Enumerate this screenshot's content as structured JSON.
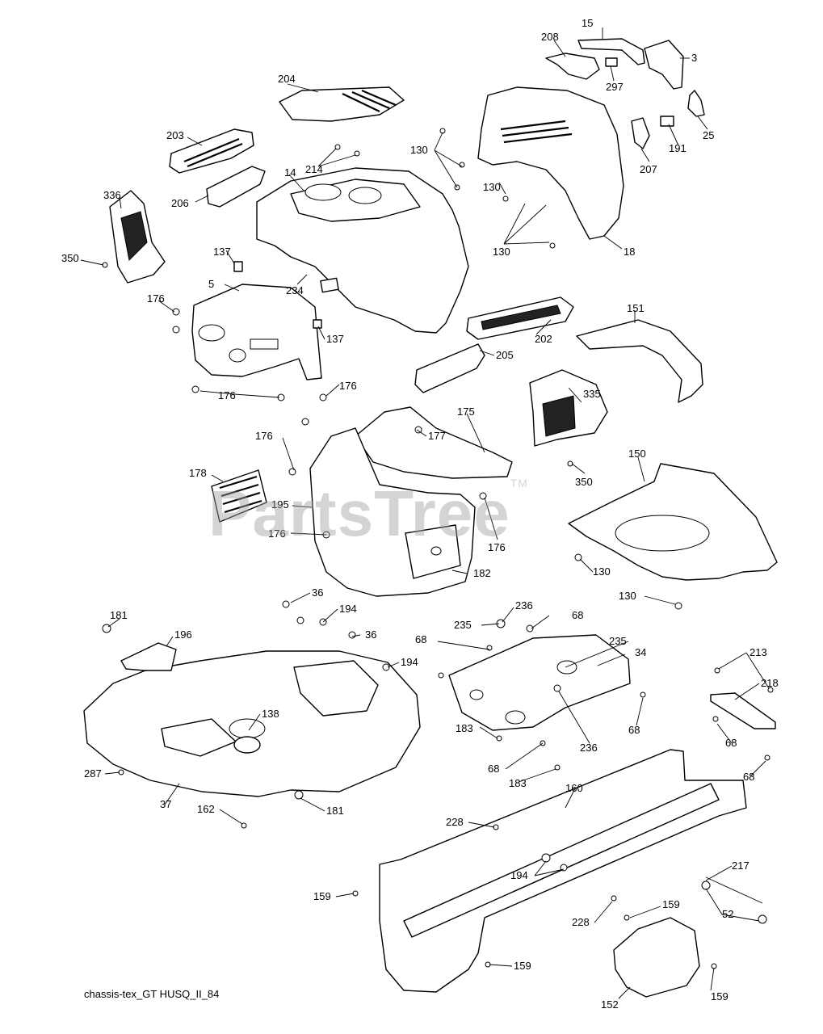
{
  "diagram": {
    "caption": "chassis-tex_GT HUSQ_II_84",
    "watermark": "PartsTree",
    "watermark_mark": "TM",
    "callouts": [
      {
        "id": "c15",
        "text": "15"
      },
      {
        "id": "c208",
        "text": "208"
      },
      {
        "id": "c3",
        "text": "3"
      },
      {
        "id": "c297",
        "text": "297"
      },
      {
        "id": "c204",
        "text": "204"
      },
      {
        "id": "c25",
        "text": "25"
      },
      {
        "id": "c203",
        "text": "203"
      },
      {
        "id": "c130a",
        "text": "130"
      },
      {
        "id": "c191",
        "text": "191"
      },
      {
        "id": "c214",
        "text": "214"
      },
      {
        "id": "c207",
        "text": "207"
      },
      {
        "id": "c14",
        "text": "14"
      },
      {
        "id": "c130b",
        "text": "130"
      },
      {
        "id": "c206",
        "text": "206"
      },
      {
        "id": "c336",
        "text": "336"
      },
      {
        "id": "c130c",
        "text": "130"
      },
      {
        "id": "c18",
        "text": "18"
      },
      {
        "id": "c350a",
        "text": "350"
      },
      {
        "id": "c137a",
        "text": "137"
      },
      {
        "id": "c234",
        "text": "234"
      },
      {
        "id": "c5",
        "text": "5"
      },
      {
        "id": "c176a",
        "text": "176"
      },
      {
        "id": "c151",
        "text": "151"
      },
      {
        "id": "c202",
        "text": "202"
      },
      {
        "id": "c137b",
        "text": "137"
      },
      {
        "id": "c205",
        "text": "205"
      },
      {
        "id": "c176b",
        "text": "176"
      },
      {
        "id": "c176c",
        "text": "176"
      },
      {
        "id": "c335",
        "text": "335"
      },
      {
        "id": "c175",
        "text": "175"
      },
      {
        "id": "c176d",
        "text": "176"
      },
      {
        "id": "c177",
        "text": "177"
      },
      {
        "id": "c150",
        "text": "150"
      },
      {
        "id": "c178",
        "text": "178"
      },
      {
        "id": "c350b",
        "text": "350"
      },
      {
        "id": "c195",
        "text": "195"
      },
      {
        "id": "c176e",
        "text": "176"
      },
      {
        "id": "c176f",
        "text": "176"
      },
      {
        "id": "c130d",
        "text": "130"
      },
      {
        "id": "c182",
        "text": "182"
      },
      {
        "id": "c36a",
        "text": "36"
      },
      {
        "id": "c130e",
        "text": "130"
      },
      {
        "id": "c194a",
        "text": "194"
      },
      {
        "id": "c236a",
        "text": "236"
      },
      {
        "id": "c181a",
        "text": "181"
      },
      {
        "id": "c196",
        "text": "196"
      },
      {
        "id": "c36b",
        "text": "36"
      },
      {
        "id": "c235a",
        "text": "235"
      },
      {
        "id": "c68a",
        "text": "68"
      },
      {
        "id": "c68b",
        "text": "68"
      },
      {
        "id": "c235b",
        "text": "235"
      },
      {
        "id": "c194b",
        "text": "194"
      },
      {
        "id": "c34",
        "text": "34"
      },
      {
        "id": "c213",
        "text": "213"
      },
      {
        "id": "c218",
        "text": "218"
      },
      {
        "id": "c138",
        "text": "138"
      },
      {
        "id": "c183a",
        "text": "183"
      },
      {
        "id": "c68c",
        "text": "68"
      },
      {
        "id": "c236b",
        "text": "236"
      },
      {
        "id": "c68d",
        "text": "68"
      },
      {
        "id": "c68e",
        "text": "68"
      },
      {
        "id": "c287",
        "text": "287"
      },
      {
        "id": "c183b",
        "text": "183"
      },
      {
        "id": "c160",
        "text": "160"
      },
      {
        "id": "c68f",
        "text": "68"
      },
      {
        "id": "c37",
        "text": "37"
      },
      {
        "id": "c181b",
        "text": "181"
      },
      {
        "id": "c162",
        "text": "162"
      },
      {
        "id": "c228a",
        "text": "228"
      },
      {
        "id": "c217",
        "text": "217"
      },
      {
        "id": "c194c",
        "text": "194"
      },
      {
        "id": "c159a",
        "text": "159"
      },
      {
        "id": "c228b",
        "text": "228"
      },
      {
        "id": "c159b",
        "text": "159"
      },
      {
        "id": "c52",
        "text": "52"
      },
      {
        "id": "c159c",
        "text": "159"
      },
      {
        "id": "c159d",
        "text": "159"
      },
      {
        "id": "c152",
        "text": "152"
      }
    ]
  }
}
